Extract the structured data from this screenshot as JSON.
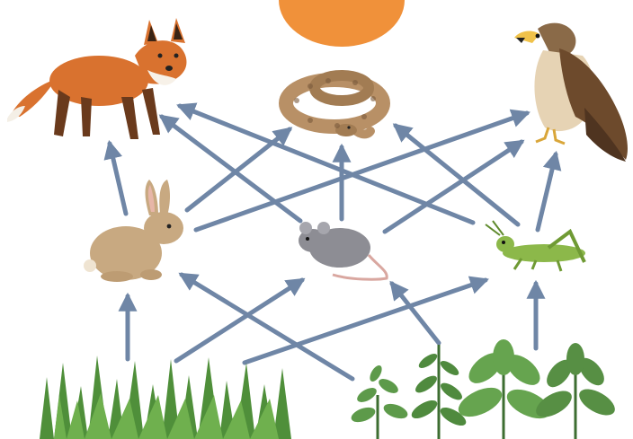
{
  "diagram": {
    "type": "food-web",
    "colors": {
      "arrow": "#6f86a6",
      "sun": "#f0913a",
      "grass": "#4f8f3a",
      "plants": "#5d9a4a",
      "fox": "#d9722f",
      "snake": "#b89066",
      "hawk": "#7a5a3c",
      "rabbit": "#c8a981",
      "mouse": "#8d8d94",
      "grasshopper": "#8cb84a"
    },
    "nodes": [
      {
        "id": "sun",
        "icon": "sun-icon"
      },
      {
        "id": "fox",
        "icon": "fox-icon"
      },
      {
        "id": "snake",
        "icon": "snake-icon"
      },
      {
        "id": "hawk",
        "icon": "hawk-icon"
      },
      {
        "id": "rabbit",
        "icon": "rabbit-icon"
      },
      {
        "id": "mouse",
        "icon": "mouse-icon"
      },
      {
        "id": "grasshopper",
        "icon": "grasshopper-icon"
      },
      {
        "id": "grass",
        "icon": "grass-icon"
      },
      {
        "id": "plants",
        "icon": "leafy-plants-icon"
      }
    ],
    "edges": [
      {
        "from": "grass",
        "to": "rabbit"
      },
      {
        "from": "grass",
        "to": "mouse"
      },
      {
        "from": "grass",
        "to": "grasshopper"
      },
      {
        "from": "plants",
        "to": "rabbit"
      },
      {
        "from": "plants",
        "to": "mouse"
      },
      {
        "from": "plants",
        "to": "grasshopper"
      },
      {
        "from": "rabbit",
        "to": "fox"
      },
      {
        "from": "rabbit",
        "to": "snake"
      },
      {
        "from": "rabbit",
        "to": "hawk"
      },
      {
        "from": "mouse",
        "to": "fox"
      },
      {
        "from": "mouse",
        "to": "snake"
      },
      {
        "from": "mouse",
        "to": "hawk"
      },
      {
        "from": "grasshopper",
        "to": "fox"
      },
      {
        "from": "grasshopper",
        "to": "snake"
      },
      {
        "from": "grasshopper",
        "to": "hawk"
      }
    ]
  }
}
